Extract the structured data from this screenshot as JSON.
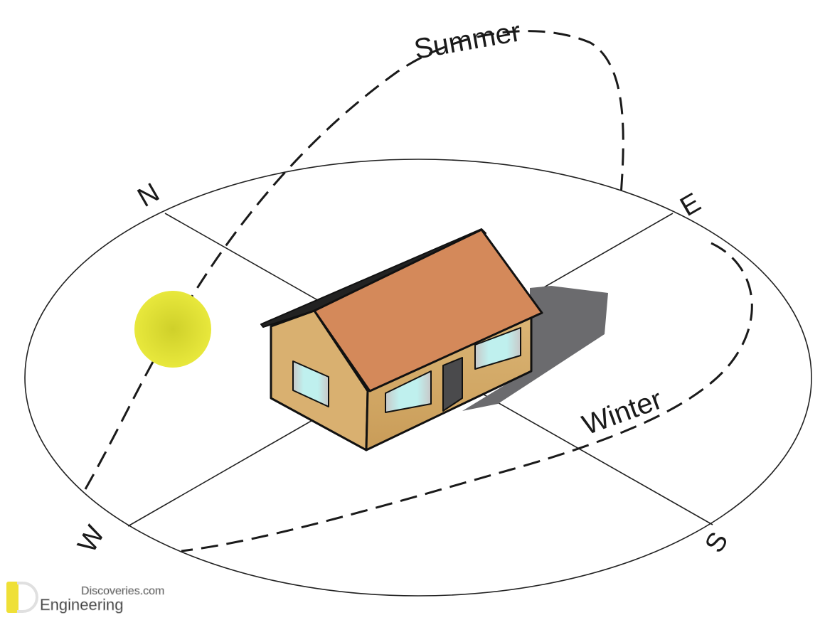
{
  "labels": {
    "summer": "Summer",
    "winter": "Winter",
    "north": "N",
    "east": "E",
    "south": "S",
    "west": "W"
  },
  "watermark": {
    "line1": "Discoveries.com",
    "line2": "Engineering",
    "mark": "ED"
  },
  "colors": {
    "sun": "#e2e23a",
    "roof": "#d4895a",
    "wall": "#d9b070",
    "shadow": "#6b6b6e",
    "window": "#bff0ee",
    "door": "#4a4a4c",
    "logo_accent": "#eedd22"
  }
}
